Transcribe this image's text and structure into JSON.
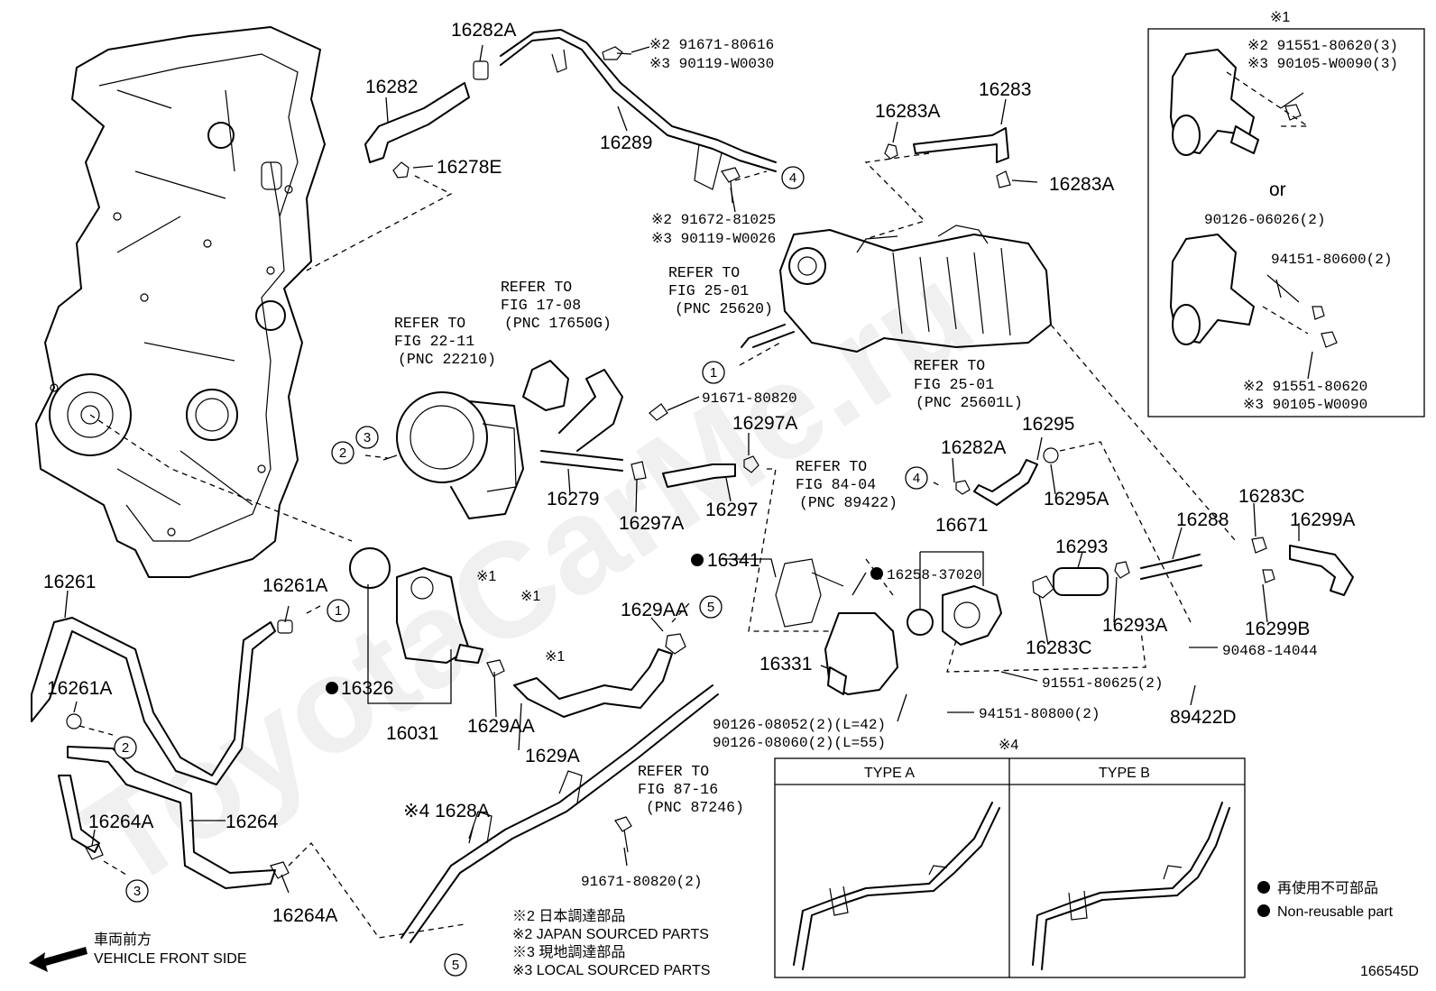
{
  "watermark": "ToyotaCarMe.ru",
  "diagram_code": "166545D",
  "front_side": {
    "jp": "車両前方",
    "en": "VEHICLE FRONT SIDE"
  },
  "legend": {
    "jp": "再使用不可部品",
    "en": "Non-reusable part"
  },
  "footnotes": [
    "※2  日本調達部品",
    "※2  JAPAN SOURCED PARTS",
    "※3  現地調達部品",
    "※3  LOCAL SOURCED PARTS"
  ],
  "type_box": {
    "title": "※4",
    "type_a": "TYPE A",
    "type_b": "TYPE B"
  },
  "option_box": {
    "title": "※1",
    "lines_top": [
      "※2 91551-80620(3)",
      "※3 90105-W0090(3)"
    ],
    "or": "or",
    "bolt_a": "90126-06026(2)",
    "nut_a": "94151-80600(2)",
    "lines_bottom": [
      "※2 91551-80620",
      "※3 90105-W0090"
    ]
  },
  "part_labels": {
    "p16282A": "16282A",
    "p16282": "16282",
    "p16278E": "16278E",
    "p16289": "16289",
    "p91671_80616": "※2 91671-80616",
    "p90119_W0030": "※3 90119-W0030",
    "p91672_81025": "※2 91672-81025",
    "p90119_W0026": "※3 90119-W0026",
    "p16283": "16283",
    "p16283A_1": "16283A",
    "p16283A_2": "16283A",
    "p91671_80820": "91671-80820",
    "p16297A_1": "16297A",
    "p16297A_2": "16297A",
    "p16297": "16297",
    "p16279": "16279",
    "p16295": "16295",
    "p16295A": "16295A",
    "p16282A_2": "16282A",
    "p16671": "16671",
    "p16341": "16341",
    "p16258": "16258-37020",
    "p16293": "16293",
    "p16293A": "16293A",
    "p16288": "16288",
    "p16283C_1": "16283C",
    "p16283C_2": "16283C",
    "p16299A": "16299A",
    "p16299B": "16299B",
    "p90468": "90468-14044",
    "p89422D": "89422D",
    "p91551_80625": "91551-80625(2)",
    "p94151_80800": "94151-80800(2)",
    "p16331": "16331",
    "p90126_08052": "90126-08052(2)(L=42)",
    "p90126_08060": "90126-08060(2)(L=55)",
    "p16261": "16261",
    "p16261A_1": "16261A",
    "p16261A_2": "16261A",
    "p16264": "16264",
    "p16264A_1": "16264A",
    "p16264A_2": "16264A",
    "p16326": "16326",
    "p16031": "16031",
    "p1629AA_1": "1629AA",
    "p1629AA_2": "1629AA",
    "p1629A": "1629A",
    "p1628A": "※4 1628A",
    "p91671_80820_2": "91671-80820(2)",
    "s1a": "※1",
    "s1b": "※1",
    "s1c": "※1"
  },
  "references": {
    "r1": [
      "REFER TO",
      "FIG 25-01",
      "(PNC 25620)"
    ],
    "r2": [
      "REFER TO",
      "FIG 25-01",
      "(PNC 25601L)"
    ],
    "r3": [
      "REFER TO",
      "FIG 17-08",
      "(PNC 17650G)"
    ],
    "r4": [
      "REFER TO",
      "FIG 22-11",
      "(PNC 22210)"
    ],
    "r5": [
      "REFER TO",
      "FIG 84-04",
      "(PNC 89422)"
    ],
    "r6": [
      "REFER TO",
      "FIG 87-16",
      "(PNC 87246)"
    ]
  },
  "circle_refs": [
    "1",
    "2",
    "3",
    "4",
    "5"
  ]
}
